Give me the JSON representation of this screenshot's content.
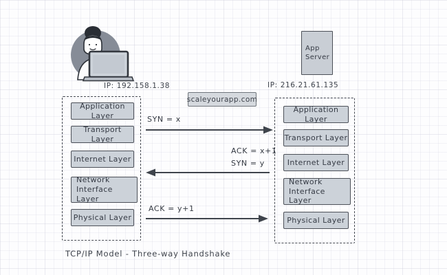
{
  "diagram": {
    "caption": "TCP/IP Model - Three-way Handshake",
    "watermark": "scaleyourapp.com"
  },
  "client": {
    "ip": "IP: 192.158.1.38",
    "avatar_icon": "person-at-laptop-icon"
  },
  "server": {
    "ip": "IP: 216.21.61.135",
    "label": "App Server"
  },
  "layers": [
    "Application Layer",
    "Transport Layer",
    "Internet Layer",
    "Network Interface Layer",
    "Physical Layer"
  ],
  "handshake": {
    "syn": "SYN = x",
    "syn_ack_line1": "ACK = x+1",
    "syn_ack_line2": "SYN = y",
    "ack": "ACK = y+1"
  },
  "colors": {
    "layer_fill": "#ccd2d9",
    "layer_border": "#4c5058",
    "ink": "#3b3f48",
    "avatar_circle": "#868c97",
    "paper": "#fdfdfe"
  }
}
